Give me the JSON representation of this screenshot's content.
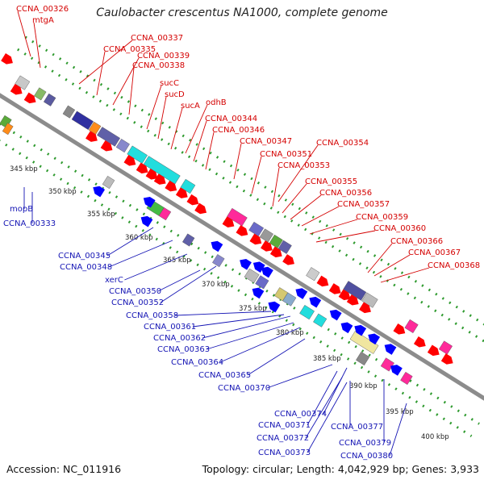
{
  "header": {
    "title": "Caulobacter crescentus NA1000, complete genome"
  },
  "footer": {
    "accession": "Accession: NC_011916",
    "stats": "Topology: circular; Length: 4,042,929 bp; Genes: 3,933"
  },
  "colors": {
    "forward_label": "#d40000",
    "reverse_label": "#1414b4",
    "forward_arrow": "#ff0000",
    "reverse_arrow": "#0000ff",
    "backbone": "#8c8c8c",
    "dotted_track": "#2e9a2e"
  },
  "scale_ticks": [
    "345 kbp",
    "350 kbp",
    "355 kbp",
    "360 kbp",
    "365 kbp",
    "370 kbp",
    "375 kbp",
    "380 kbp",
    "385 kbp",
    "390 kbp",
    "395 kbp",
    "400 kbp"
  ],
  "forward_labels": [
    "CCNA_00326",
    "mtgA",
    "CCNA_00337",
    "CCNA_00335",
    "CCNA_00339",
    "CCNA_00338",
    "sucC",
    "sucD",
    "sucA",
    "odhB",
    "CCNA_00344",
    "CCNA_00346",
    "CCNA_00347",
    "CCNA_00351",
    "CCNA_00354",
    "CCNA_00353",
    "CCNA_00355",
    "CCNA_00356",
    "CCNA_00357",
    "CCNA_00359",
    "CCNA_00360",
    "CCNA_00366",
    "CCNA_00367",
    "CCNA_00368"
  ],
  "reverse_labels": [
    "mopB",
    "CCNA_00333",
    "CCNA_00345",
    "CCNA_00348",
    "xerC",
    "CCNA_00350",
    "CCNA_00352",
    "CCNA_00358",
    "CCNA_00361",
    "CCNA_00362",
    "CCNA_00363",
    "CCNA_00364",
    "CCNA_00365",
    "CCNA_00370",
    "CCNA_00374",
    "CCNA_00371",
    "CCNA_00377",
    "CCNA_00372",
    "CCNA_00373",
    "CCNA_00379",
    "CCNA_00380"
  ]
}
